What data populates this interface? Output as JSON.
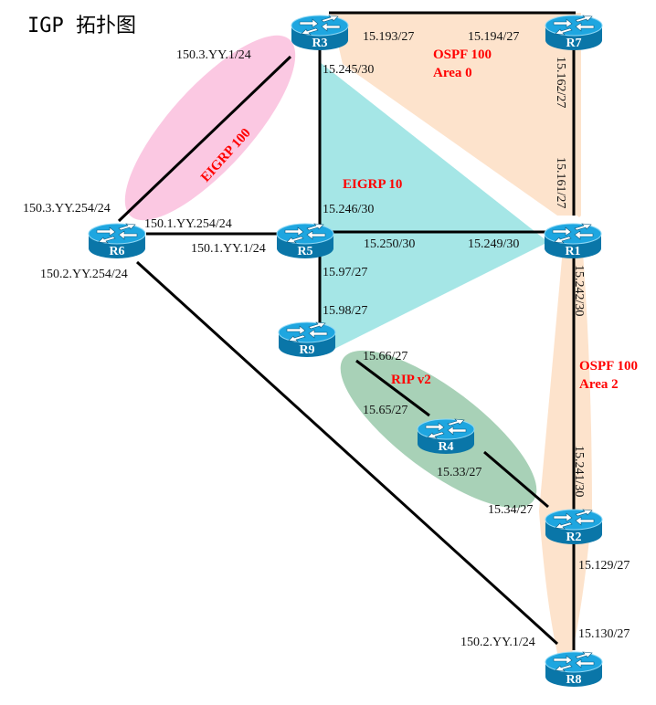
{
  "title": "IGP 拓扑图",
  "colors": {
    "ospf_area0": "#fde3cc",
    "ospf_area2": "#fde3cc",
    "eigrp10": "#a5e6e6",
    "eigrp100": "#fbc8e2",
    "ripv2": "#a3cfb3",
    "router_top": "#1ea6e0",
    "router_side": "#0a76a8",
    "protocol_label": "#ff0000"
  },
  "domains": {
    "ospf_area0": {
      "line1": "OSPF 100",
      "line2": "Area 0"
    },
    "ospf_area2": {
      "line1": "OSPF 100",
      "line2": "Area 2"
    },
    "eigrp10": "EIGRP 10",
    "eigrp100": "EIGRP 100",
    "ripv2": "RIP v2"
  },
  "routers": [
    {
      "id": "R1",
      "label": "R1"
    },
    {
      "id": "R2",
      "label": "R2"
    },
    {
      "id": "R3",
      "label": "R3"
    },
    {
      "id": "R4",
      "label": "R4"
    },
    {
      "id": "R5",
      "label": "R5"
    },
    {
      "id": "R6",
      "label": "R6"
    },
    {
      "id": "R7",
      "label": "R7"
    },
    {
      "id": "R8",
      "label": "R8"
    },
    {
      "id": "R9",
      "label": "R9"
    }
  ],
  "links": [
    {
      "a": "R3",
      "b": "R7",
      "a_ip": "15.193/27",
      "b_ip": "15.194/27"
    },
    {
      "a": "R7",
      "b": "R1",
      "a_ip": "15.162/27",
      "b_ip": "15.161/27"
    },
    {
      "a": "R3",
      "b": "R5",
      "a_ip": "15.245/30",
      "b_ip": "15.246/30"
    },
    {
      "a": "R5",
      "b": "R1",
      "a_ip": "15.250/30",
      "b_ip": "15.249/30"
    },
    {
      "a": "R3",
      "b": "R6",
      "a_ip": "150.3.YY.1/24",
      "b_ip": "150.3.YY.254/24"
    },
    {
      "a": "R6",
      "b": "R5",
      "a_ip": "150.1.YY.254/24",
      "b_ip": "150.1.YY.1/24"
    },
    {
      "a": "R5",
      "b": "R9",
      "a_ip": "15.97/27",
      "b_ip": "15.98/27"
    },
    {
      "a": "R9",
      "b": "R4",
      "a_ip": "15.66/27",
      "b_ip": "15.65/27"
    },
    {
      "a": "R4",
      "b": "R2",
      "a_ip": "15.33/27",
      "b_ip": "15.34/27"
    },
    {
      "a": "R1",
      "b": "R2",
      "a_ip": "15.242/30",
      "b_ip": "15.241/30"
    },
    {
      "a": "R2",
      "b": "R8",
      "a_ip": "15.129/27",
      "b_ip": "15.130/27"
    },
    {
      "a": "R6",
      "b": "R8",
      "a_ip": "150.2.YY.254/24",
      "b_ip": "150.2.YY.1/24"
    }
  ]
}
